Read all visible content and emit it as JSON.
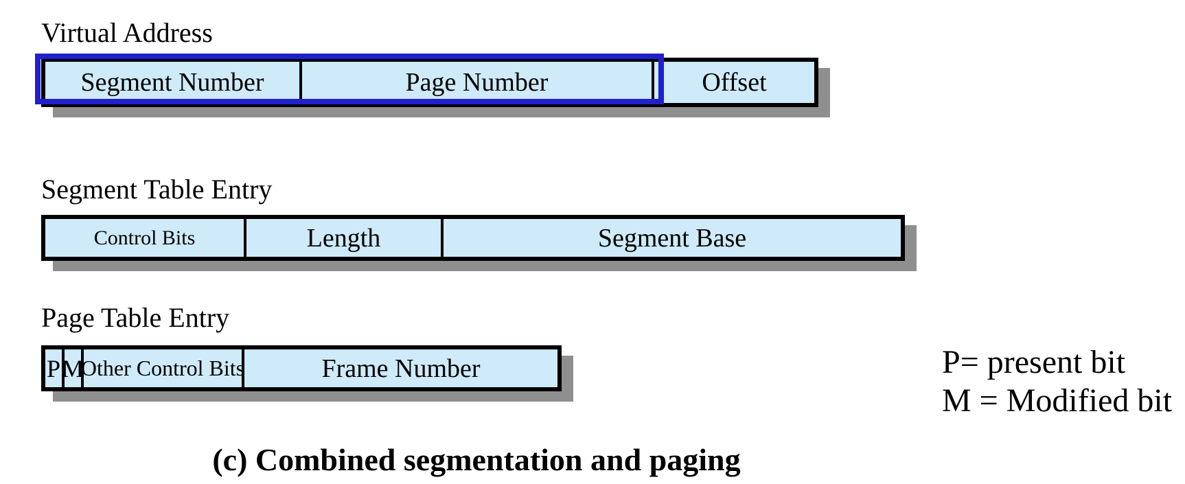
{
  "figure": {
    "caption": "(c) Combined segmentation and paging"
  },
  "sections": {
    "virtual_address": {
      "label": "Virtual Address",
      "cells": [
        {
          "label": "Segment Number"
        },
        {
          "label": "Page Number"
        },
        {
          "label": "Offset"
        }
      ],
      "highlight": "segment-number-and-page-number-outlined-in-blue"
    },
    "segment_table_entry": {
      "label": "Segment Table Entry",
      "cells": [
        {
          "label": "Control Bits"
        },
        {
          "label": "Length"
        },
        {
          "label": "Segment Base"
        }
      ]
    },
    "page_table_entry": {
      "label": "Page Table Entry",
      "cells": [
        {
          "label": "P"
        },
        {
          "label": "M"
        },
        {
          "label": "Other Control Bits"
        },
        {
          "label": "Frame Number"
        }
      ]
    }
  },
  "legend": {
    "lines": [
      "P= present bit",
      "M = Modified bit"
    ]
  },
  "colors": {
    "background": "#ffffff",
    "text": "#000000",
    "cell_fill": "#cfeaf8",
    "border_black": "#000000",
    "highlight_blue": "#2020cd",
    "shadow_gray": "#8f8f8f"
  }
}
